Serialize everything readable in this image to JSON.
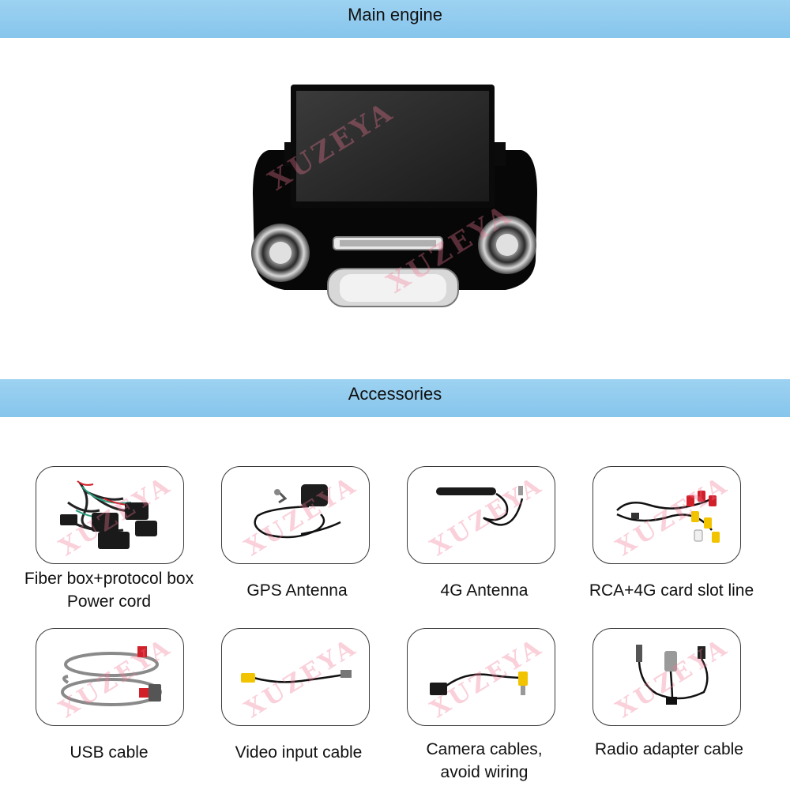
{
  "sections": {
    "main_engine": "Main engine",
    "accessories": "Accessories"
  },
  "watermark": "XUZEYA",
  "accessories": [
    {
      "line1": "Fiber box+protocol box",
      "line2": "Power cord"
    },
    {
      "line1": "GPS Antenna",
      "line2": ""
    },
    {
      "line1": "4G Antenna",
      "line2": ""
    },
    {
      "line1": "RCA+4G card slot line",
      "line2": ""
    },
    {
      "line1": "USB cable",
      "line2": ""
    },
    {
      "line1": "Video input cable",
      "line2": ""
    },
    {
      "line1": "Camera cables,",
      "line2": "avoid wiring"
    },
    {
      "line1": "Radio adapter cable",
      "line2": ""
    }
  ],
  "colors": {
    "banner": "#8fcaee",
    "watermark": "#f07896",
    "rca_red": "#d2202a",
    "rca_yellow": "#f2c400"
  }
}
